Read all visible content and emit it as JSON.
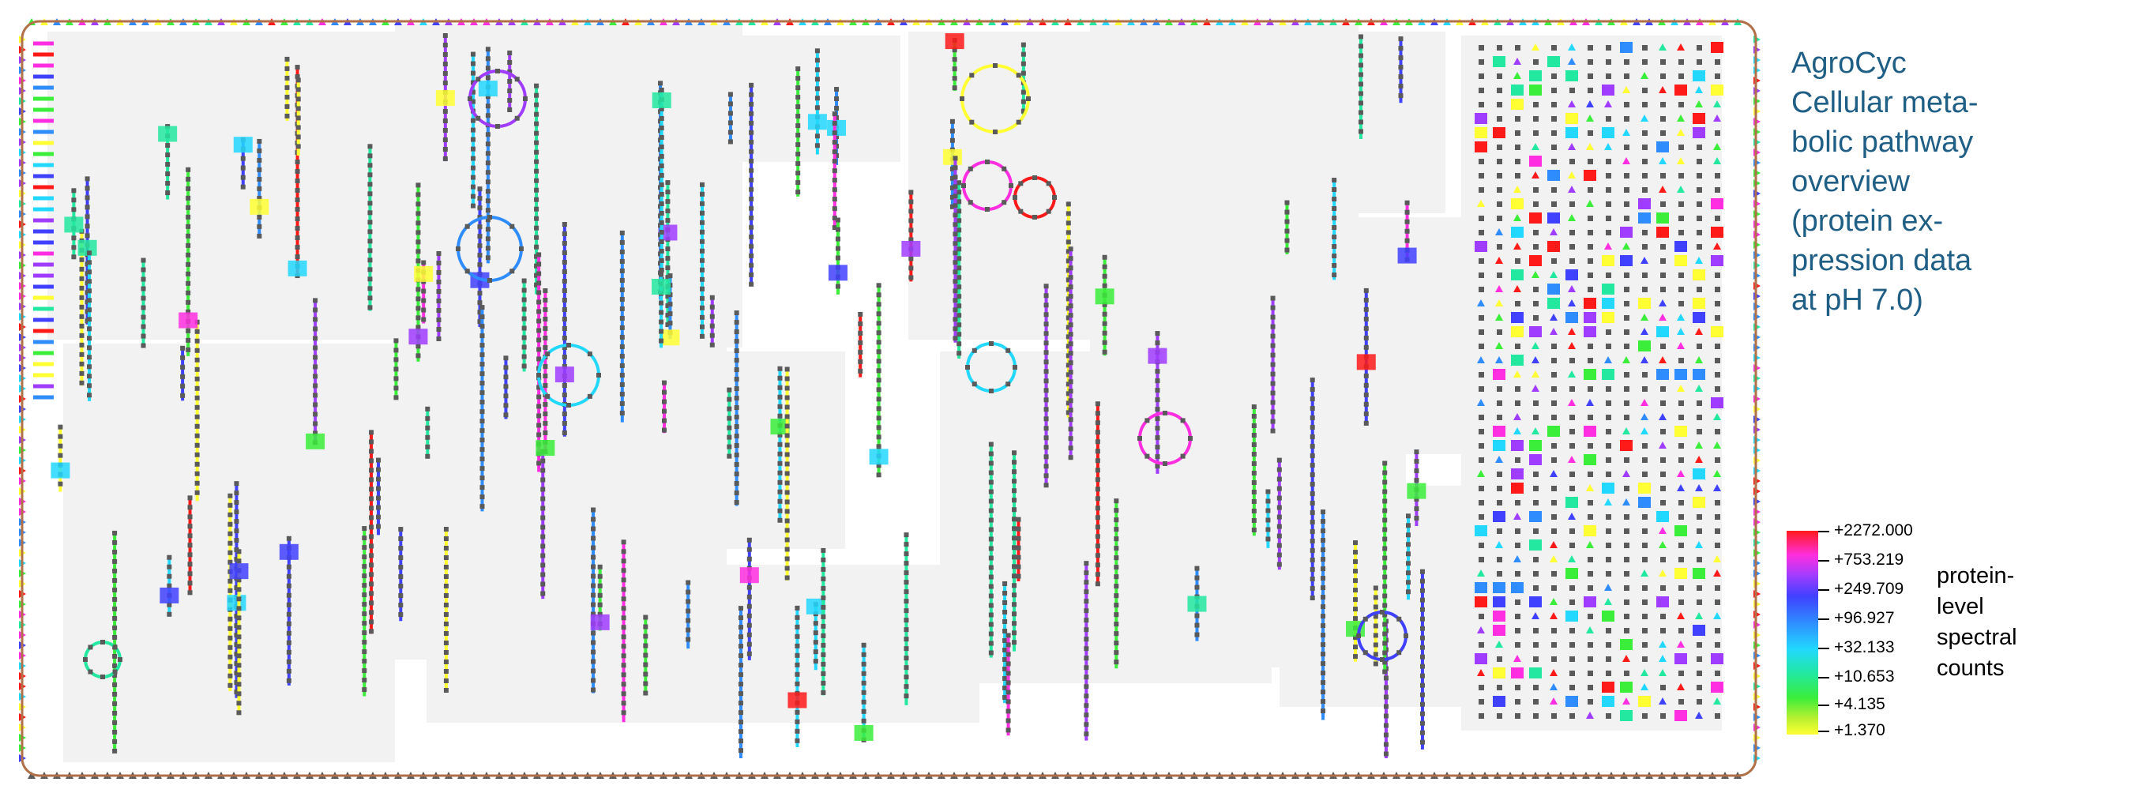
{
  "title_lines": [
    "AgroCyc",
    "Cellular meta-",
    "bolic pathway",
    "overview",
    "(protein ex-",
    "pression data",
    "at pH 7.0)"
  ],
  "legend": {
    "labels": [
      "+2272.000",
      "+753.219",
      "+249.709",
      "+96.927",
      "+32.133",
      "+10.653",
      "+4.135",
      "+1.370"
    ],
    "caption_lines": [
      "protein-",
      "level",
      "spectral",
      "counts"
    ]
  },
  "colors": {
    "cell_membrane": "#b07048",
    "pathway_panel": "#f2f2f2",
    "node": "#5a5a5a",
    "title_text": "#1f5f86",
    "expression_scale": [
      "#ffff33",
      "#3aee3a",
      "#22e8a0",
      "#22d8ff",
      "#2f8cff",
      "#4040ff",
      "#a03cff",
      "#ff2ee0",
      "#ff1a1a"
    ]
  }
}
